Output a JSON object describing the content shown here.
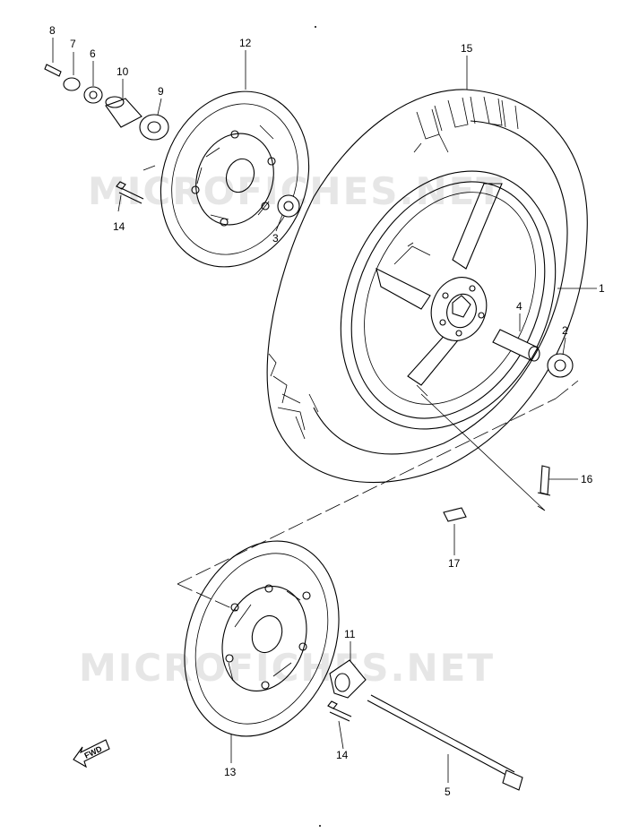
{
  "watermark": "MICROFICHES.NET",
  "fwd_label": "FWD",
  "part_numbers": [
    "1",
    "2",
    "3",
    "4",
    "5",
    "6",
    "7",
    "8",
    "9",
    "10",
    "11",
    "12",
    "13",
    "14",
    "14",
    "15",
    "16",
    "17"
  ]
}
